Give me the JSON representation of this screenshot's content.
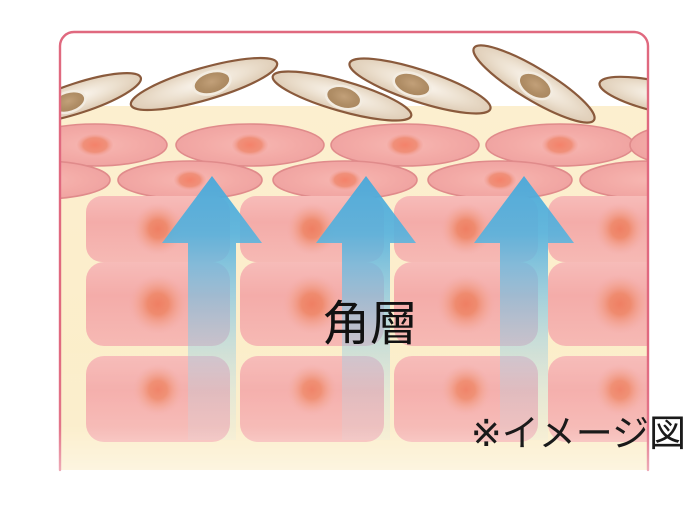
{
  "illustration": {
    "title": "skin-cross-section-diagram",
    "labels": {
      "stratum_corneum": "角層",
      "note": "※イメージ図"
    },
    "colors": {
      "border": "#e0697f",
      "background": "#ffffff",
      "intercellular_matrix": "#fbeec8",
      "corneocyte_fill": "#ded0bc",
      "corneocyte_outline": "#8a5a3c",
      "corneocyte_nucleus": "#b08köpf",
      "granular_cell_fill": "#f2aaa6",
      "granular_cell_outline": "#de8b8b",
      "spinous_cell_fill": "#f3a7a5",
      "nucleus": "#ef8a74",
      "arrow": "#5cb3de"
    },
    "layers": [
      {
        "name": "corneocyte-layer",
        "cell_count": 6,
        "shape": "flattened-ellipse",
        "rotated": true
      },
      {
        "name": "granular-layer-row-1",
        "cell_count": 5,
        "shape": "flattened-ellipse"
      },
      {
        "name": "granular-layer-row-2",
        "cell_count": 5,
        "shape": "flattened-ellipse"
      },
      {
        "name": "spinous-layer-row-1",
        "cell_count": 4,
        "shape": "rounded-rect"
      },
      {
        "name": "spinous-layer-row-2",
        "cell_count": 4,
        "shape": "rounded-rect"
      },
      {
        "name": "spinous-layer-row-3",
        "cell_count": 4,
        "shape": "rounded-rect"
      }
    ],
    "arrows": {
      "count": 3,
      "direction": "up",
      "color": "#5cb3de",
      "positions_x": [
        212,
        366,
        524
      ]
    }
  }
}
